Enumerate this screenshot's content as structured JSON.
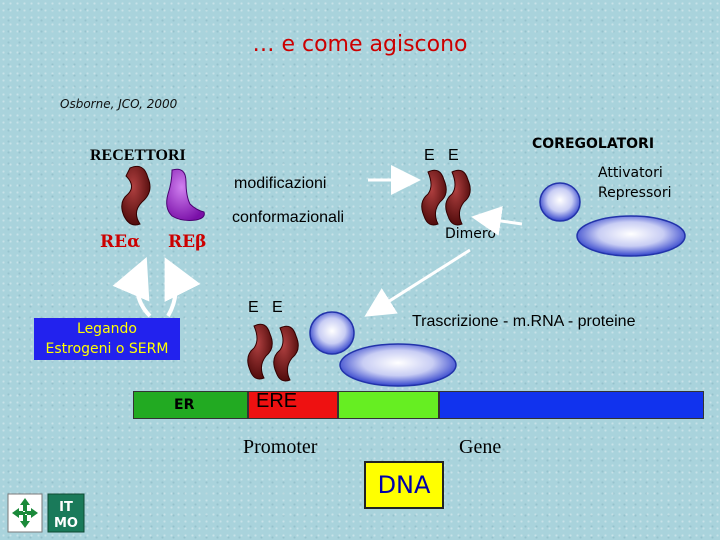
{
  "title": "… e come agiscono",
  "citation": "Osborne, JCO, 2000",
  "labels": {
    "recettori": "RECETTORI",
    "re_alpha": "REα",
    "re_beta": "REβ",
    "ligand": "Legando\nEstrogeni o SERM",
    "modificazioni": "modificazioni",
    "conformazionali": "conformazionali",
    "e_top": "E   E",
    "e_mid": "E   E",
    "coregolatori": "COREGOLATORI",
    "attivatori": "Attivatori",
    "repressori": "Repressori",
    "dimero": "Dimero",
    "trascrizione": "Trascrizione - m.RNA - proteine",
    "er": "ER",
    "ere": "ERE",
    "promoter": "Promoter",
    "gene": "Gene",
    "dna": "DNA",
    "logo_text": "IT MO"
  },
  "colors": {
    "background": "#a9d3dc",
    "receptor_dark": "#6b0f0f",
    "receptor_beta": "#9b1ec8",
    "ligand_box": "#2222ee",
    "ligand_text": "#ffff00",
    "er_bar": "#22aa22",
    "ere_bar": "#ee1111",
    "promoter_bar": "#66ee22",
    "gene_bar": "#1133ee",
    "title": "#cc0000"
  },
  "icons": [
    "receptor-alpha-icon",
    "receptor-beta-icon",
    "dimer-icon",
    "activator-icon",
    "repressor-icon",
    "logo-arrows-icon",
    "logo-itmo-icon"
  ]
}
